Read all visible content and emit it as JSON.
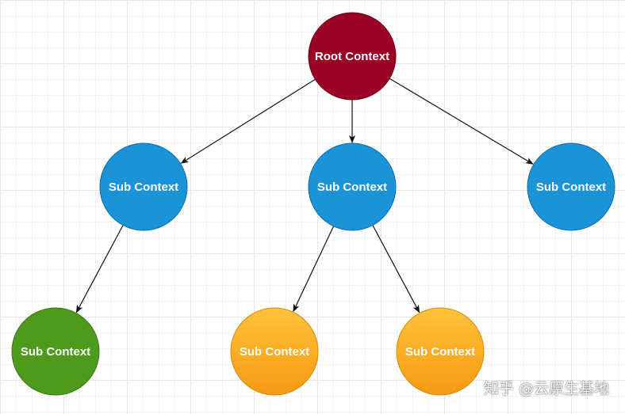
{
  "diagram": {
    "nodes": [
      {
        "id": "root",
        "label": "Root Context",
        "color": "#9b0025"
      },
      {
        "id": "sub-left",
        "label": "Sub Context",
        "color": "#1b93d9"
      },
      {
        "id": "sub-middle",
        "label": "Sub Context",
        "color": "#1b93d9"
      },
      {
        "id": "sub-right",
        "label": "Sub Context",
        "color": "#1b93d9"
      },
      {
        "id": "sub-green",
        "label": "Sub Context",
        "color": "#4e9a1c"
      },
      {
        "id": "sub-orange-1",
        "label": "Sub Context",
        "color": "#f7a51e"
      },
      {
        "id": "sub-orange-2",
        "label": "Sub Context",
        "color": "#f7a51e"
      }
    ],
    "edges": [
      {
        "from": "root",
        "to": "sub-left"
      },
      {
        "from": "root",
        "to": "sub-middle"
      },
      {
        "from": "root",
        "to": "sub-right"
      },
      {
        "from": "sub-left",
        "to": "sub-green"
      },
      {
        "from": "sub-middle",
        "to": "sub-orange-1"
      },
      {
        "from": "sub-middle",
        "to": "sub-orange-2"
      }
    ]
  },
  "watermark": {
    "text": "知乎 @云原生基地"
  }
}
